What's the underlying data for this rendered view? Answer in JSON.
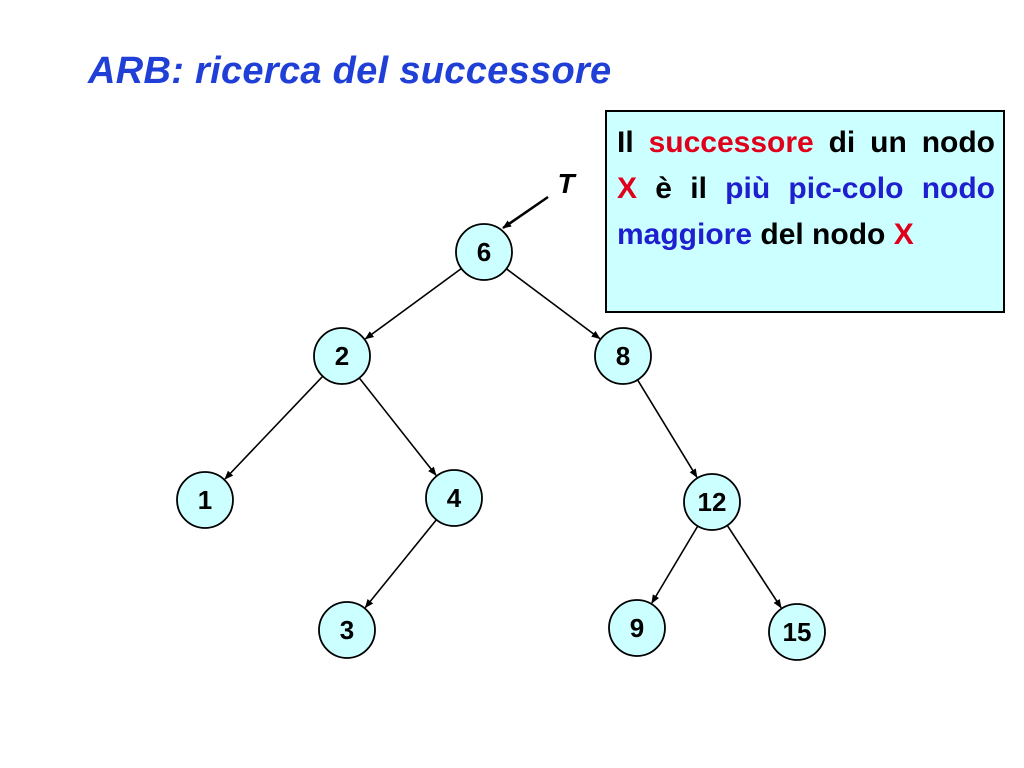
{
  "slide": {
    "title": "ARB: ricerca del successore"
  },
  "definition_box": {
    "parts": {
      "p1": "Il ",
      "successore": "successore",
      "p2": " di un nodo ",
      "x1": "X",
      "p3": " è il ",
      "piu_piccolo": "più pic-colo nodo maggiore",
      "p4": " del nodo ",
      "x2": "X"
    },
    "colors": {
      "background": "#ccffff",
      "highlight_red": "#e0001b",
      "highlight_blue": "#1f1fd0"
    }
  },
  "tree": {
    "root_pointer_label": "T",
    "node_fill": "#ccffff",
    "nodes": [
      {
        "id": "n6",
        "key": "6"
      },
      {
        "id": "n2",
        "key": "2"
      },
      {
        "id": "n8",
        "key": "8"
      },
      {
        "id": "n1",
        "key": "1"
      },
      {
        "id": "n4",
        "key": "4"
      },
      {
        "id": "n12",
        "key": "12"
      },
      {
        "id": "n3",
        "key": "3"
      },
      {
        "id": "n9",
        "key": "9"
      },
      {
        "id": "n15",
        "key": "15"
      }
    ],
    "edges": [
      {
        "from": "n6",
        "to": "n2"
      },
      {
        "from": "n6",
        "to": "n8"
      },
      {
        "from": "n2",
        "to": "n1"
      },
      {
        "from": "n2",
        "to": "n4"
      },
      {
        "from": "n4",
        "to": "n3"
      },
      {
        "from": "n8",
        "to": "n12"
      },
      {
        "from": "n12",
        "to": "n9"
      },
      {
        "from": "n12",
        "to": "n15"
      }
    ]
  }
}
